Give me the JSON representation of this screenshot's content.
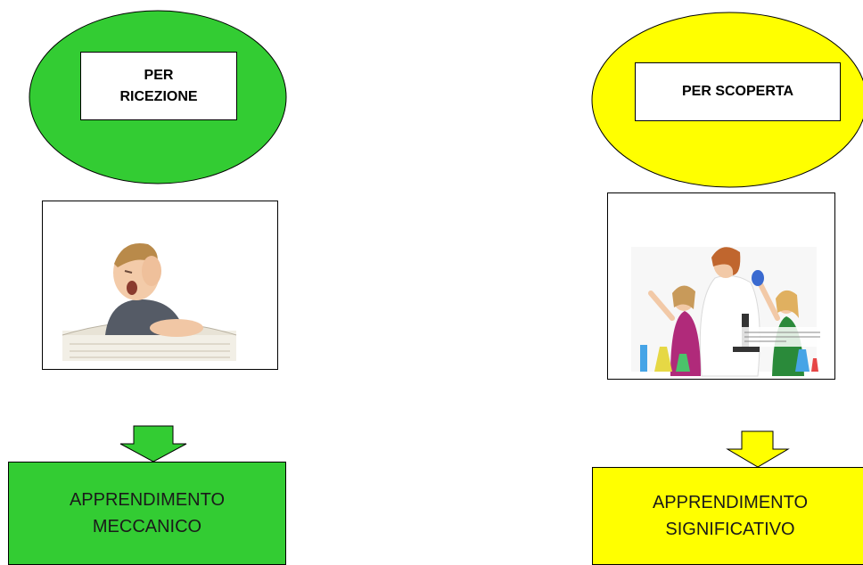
{
  "left": {
    "label": "PER\nRICEZIONE",
    "color": "#33cc33",
    "illustration": "boy-sleeping-on-books-photo",
    "result": "APPRENDIMENTO\nMECCANICO"
  },
  "right": {
    "label": "PER SCOPERTA",
    "color": "#ffff00",
    "illustration": "children-science-lab-photo",
    "result": "APPRENDIMENTO\nSIGNIFICATIVO"
  }
}
